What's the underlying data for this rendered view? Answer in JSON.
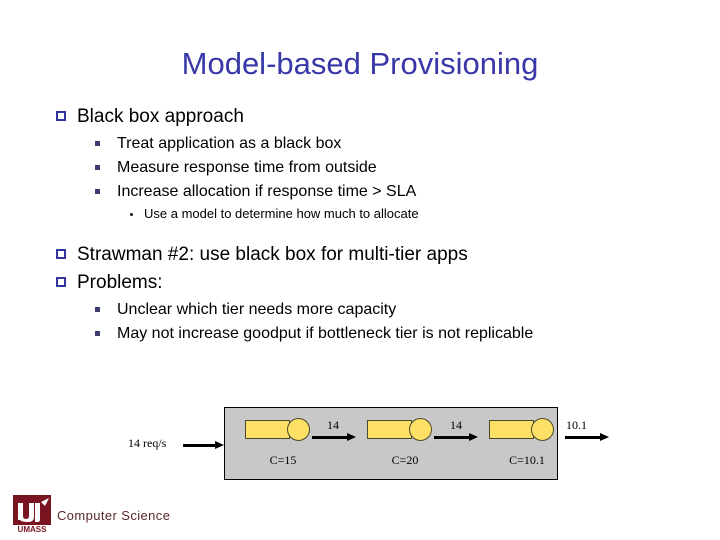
{
  "slide": {
    "title": "Model-based Provisioning",
    "title_color": "#3838A8"
  },
  "content": {
    "block1": {
      "heading": "Black box approach",
      "sub": [
        "Treat application as a black box",
        "Measure response time from outside",
        "Increase allocation if response time > SLA"
      ],
      "subsub": [
        "Use a model to determine how much to allocate"
      ]
    },
    "block2": {
      "heading": "Strawman #2: use black box for multi-tier apps"
    },
    "block3": {
      "heading": "Problems:",
      "sub": [
        "Unclear which tier needs more capacity",
        "May not increase goodput if bottleneck tier is not replicable"
      ]
    }
  },
  "diagram": {
    "ingress_label": "14 req/s",
    "box_color": "#c8c8c8",
    "node_color": "#FFE066",
    "tiers": [
      {
        "capacity_label": "C=15",
        "out_label": "14"
      },
      {
        "capacity_label": "C=20",
        "out_label": "14"
      },
      {
        "capacity_label": "C=10.1",
        "out_label": "10.1"
      }
    ]
  },
  "footer": {
    "org": "Computer Science",
    "logo_text": "UMASS",
    "logo_color": "#7a1420"
  }
}
